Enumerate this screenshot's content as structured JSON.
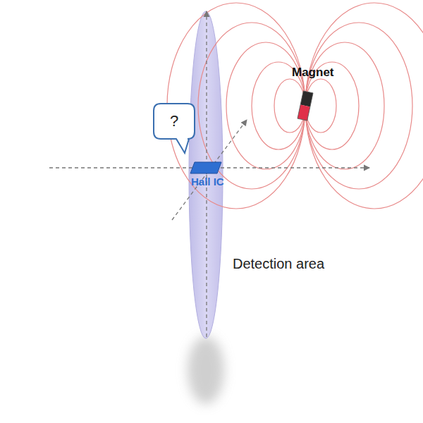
{
  "diagram": {
    "nodes": [
      {
        "text": [
          "?"
        ]
      }
    ],
    "labels": [
      "Magnet",
      "Hall IC",
      "Detection area"
    ]
  }
}
